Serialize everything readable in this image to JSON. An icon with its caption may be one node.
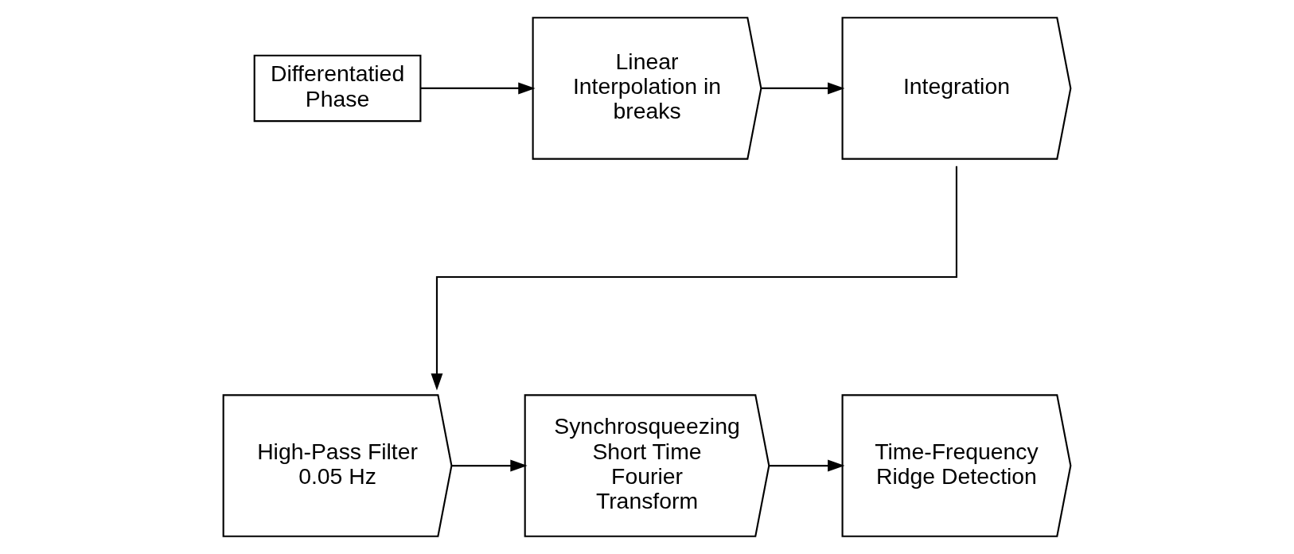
{
  "diagram": {
    "nodes": [
      {
        "text": [
          "Differentatied Phase"
        ]
      },
      {
        "text": [
          "Linear Interpolation in breaks"
        ]
      },
      {
        "text": [
          "Integration"
        ]
      },
      {
        "text": [
          "High-Pass Filter 0.05 Hz"
        ]
      },
      {
        "text": [
          "Synchrosqueezing Short Time Fourier Transform"
        ]
      },
      {
        "text": [
          "Time-Frequency Ridge Detection"
        ]
      }
    ],
    "edges": [
      {
        "from": 0,
        "to": 1,
        "arrow": "to"
      },
      {
        "from": 1,
        "to": 2,
        "arrow": "to"
      },
      {
        "from": 2,
        "to": 3,
        "arrow": "to"
      },
      {
        "from": 3,
        "to": 4,
        "arrow": "to"
      },
      {
        "from": 4,
        "to": 5,
        "arrow": "to"
      }
    ]
  }
}
